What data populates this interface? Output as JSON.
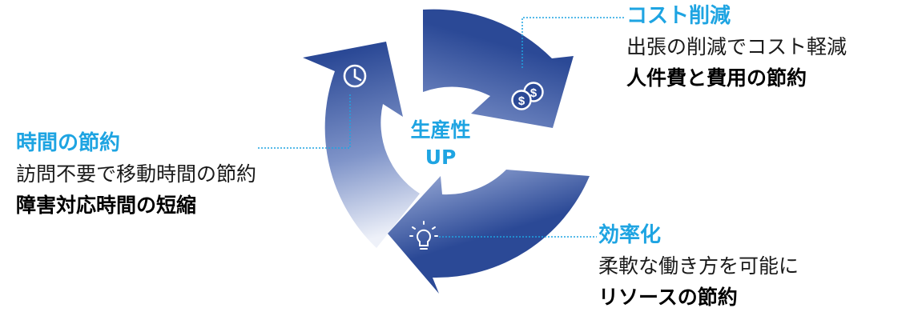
{
  "colors": {
    "accent": "#1ea4e2",
    "arrow_dark": "#2b4996",
    "arrow_light": "#e8ecf7"
  },
  "center": {
    "line1": "生産性",
    "line2": "UP"
  },
  "sections": {
    "cost": {
      "title": "コスト削減",
      "description": "出張の削減でコスト軽減",
      "highlight": "人件費と費用の節約",
      "icon": "coins-icon"
    },
    "time": {
      "title": "時間の節約",
      "description": "訪問不要で移動時間の節約",
      "highlight": "障害対応時間の短縮",
      "icon": "clock-icon"
    },
    "efficiency": {
      "title": "効率化",
      "description": "柔軟な働き方を可能に",
      "highlight": "リソースの節約",
      "icon": "lightbulb-icon"
    }
  }
}
